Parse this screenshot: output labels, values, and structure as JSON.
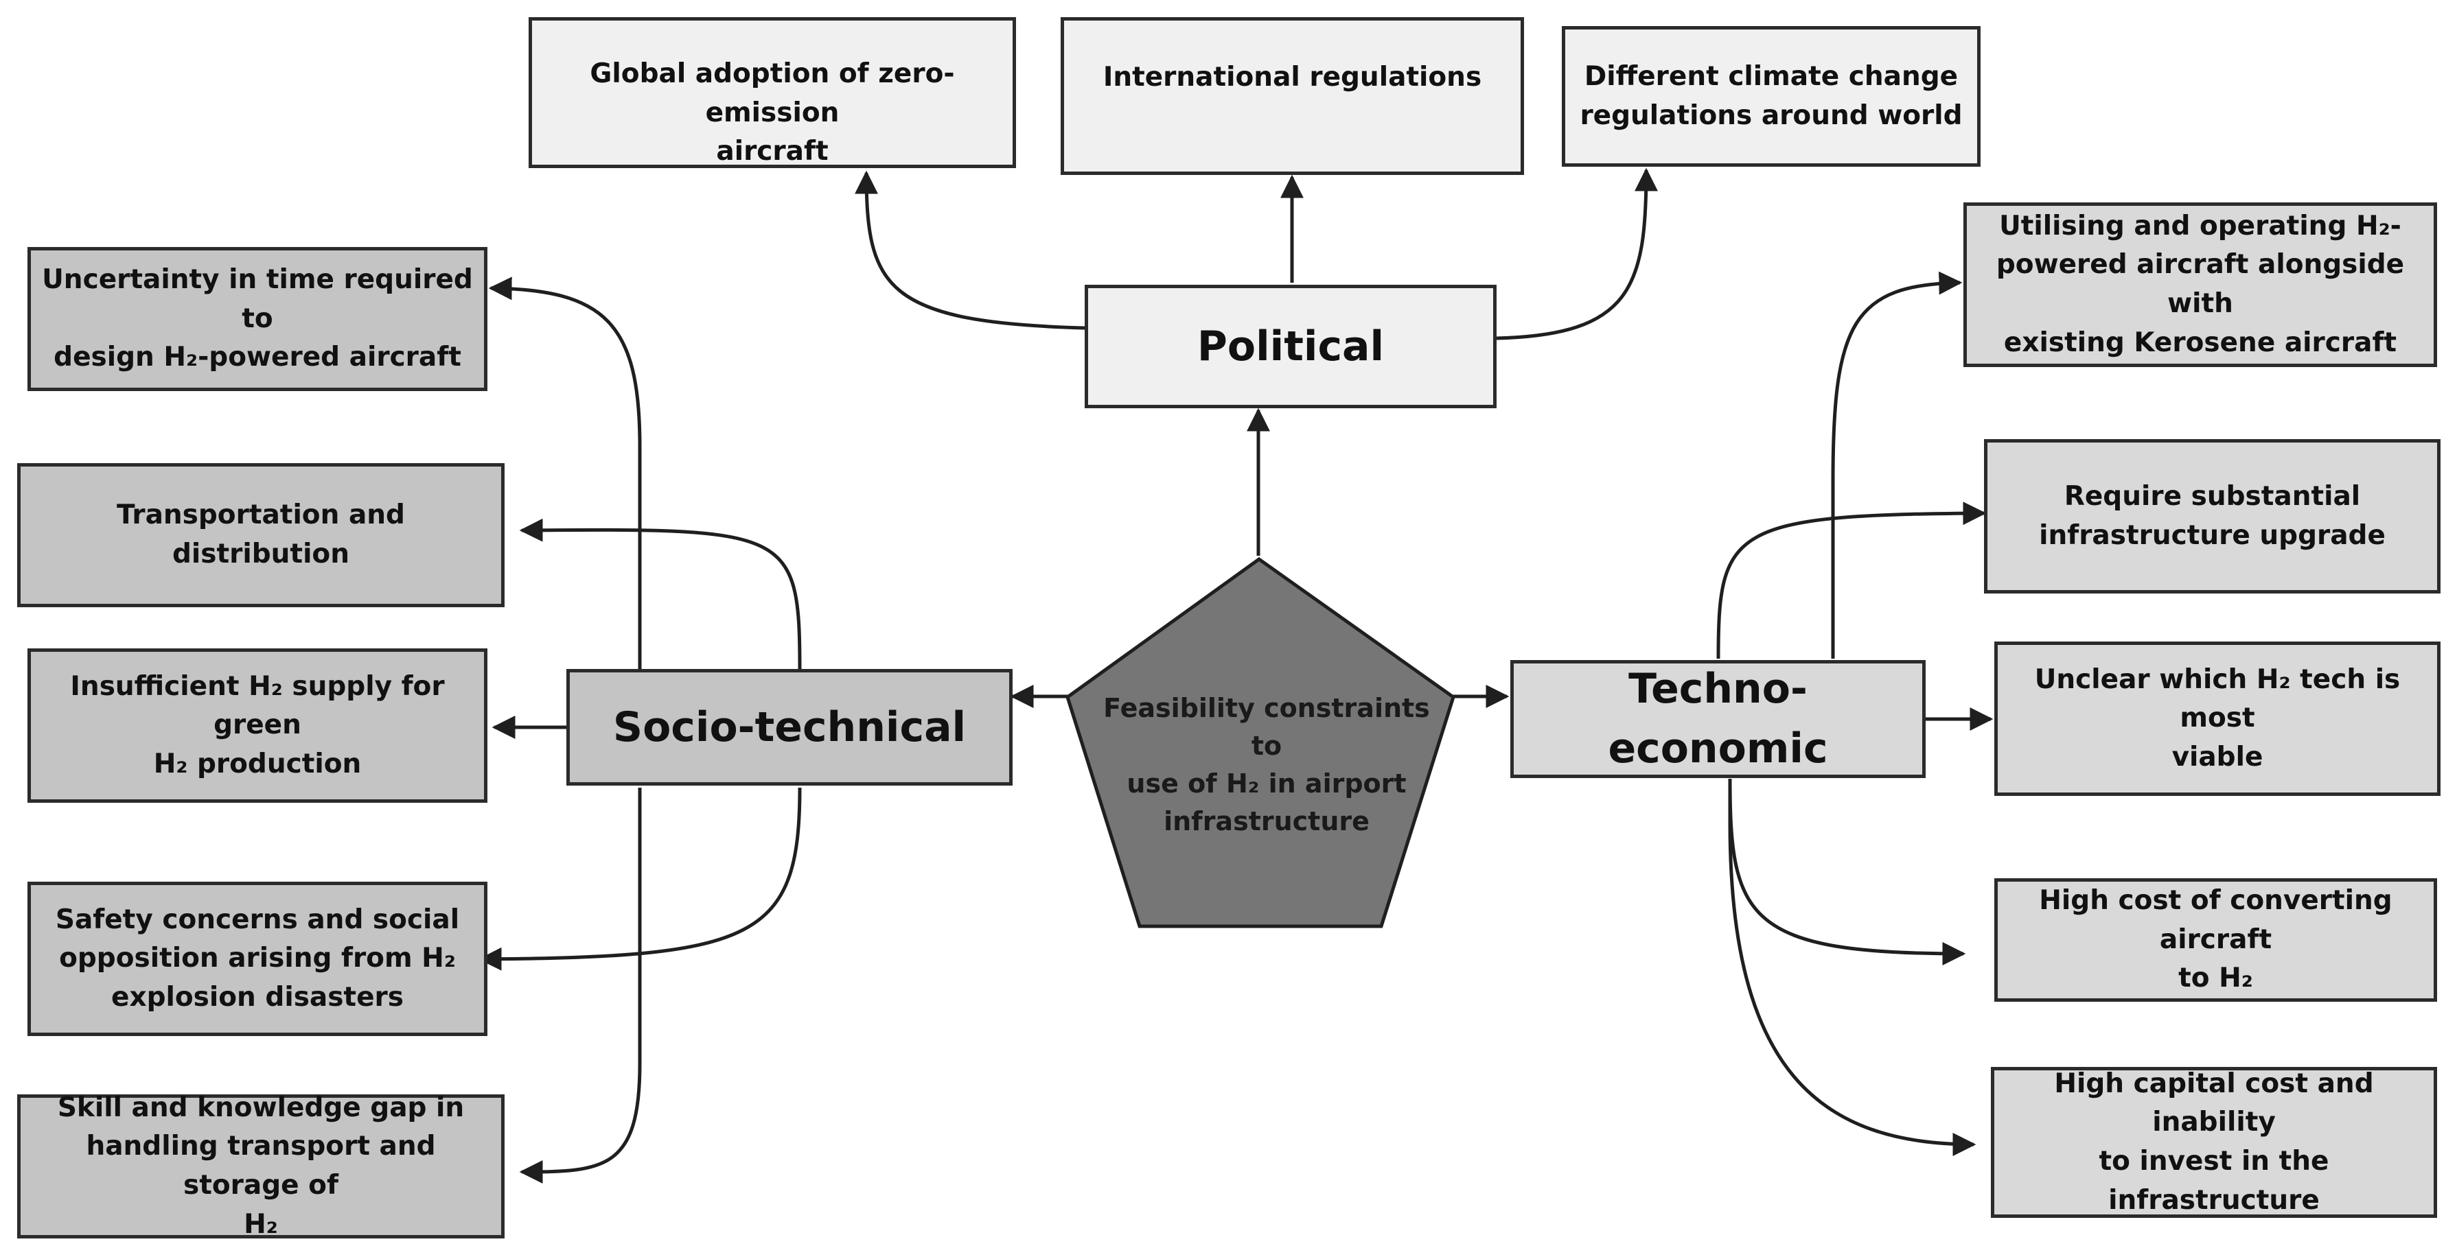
{
  "hub": {
    "text": "Feasibility constraints\nto\nuse of H₂ in airport\ninfrastructure"
  },
  "categories": {
    "political": "Political",
    "socio_technical": "Socio-technical",
    "techno_economic": "Techno-economic"
  },
  "political_items": [
    "Global adoption of zero-emission\naircraft",
    "International regulations",
    "Different climate change\nregulations around world"
  ],
  "socio_items": [
    "Uncertainty in time required to\ndesign H₂-powered aircraft",
    "Transportation and\ndistribution",
    "Insufficient H₂ supply for green\nH₂ production",
    "Safety concerns and social\nopposition arising from H₂\nexplosion disasters",
    "Skill and knowledge gap in\nhandling transport and storage of\nH₂"
  ],
  "techno_items": [
    "Utilising and operating H₂-\npowered aircraft alongside with\nexisting Kerosene aircraft",
    "Require substantial\ninfrastructure upgrade",
    "Unclear which H₂ tech  is most\nviable",
    "High cost of converting aircraft\nto H₂",
    "High capital cost and inability\nto invest in the infrastructure"
  ],
  "colors": {
    "hub_fill": "#767676",
    "line": "#1f1f1f",
    "box_light": "#f0f0f0",
    "box_mid": "#d9d9d9",
    "box_dark": "#c4c4c4"
  }
}
